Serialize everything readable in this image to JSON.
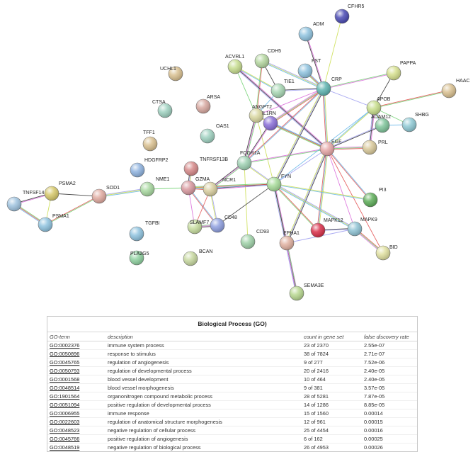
{
  "network": {
    "nodes": [
      {
        "id": "CFHR5",
        "label": "CFHR5",
        "color": "#4b4bb4"
      },
      {
        "id": "ADM",
        "label": "ADM",
        "color": "#8fc3df"
      },
      {
        "id": "CDH5",
        "label": "CDH5",
        "color": "#b5d7a0"
      },
      {
        "id": "ACVRL1",
        "label": "ACVRL1",
        "color": "#c7dd8f"
      },
      {
        "id": "FST",
        "label": "FST",
        "color": "#8fc3df"
      },
      {
        "id": "PAPPA",
        "label": "PAPPA",
        "color": "#d6e08e"
      },
      {
        "id": "HAAC",
        "label": "HAAC",
        "color": "#d9c090"
      },
      {
        "id": "UCHL1",
        "label": "UCHL1",
        "color": "#d9c090"
      },
      {
        "id": "CTSA",
        "label": "CTSA",
        "color": "#9fd1c0"
      },
      {
        "id": "ARSA",
        "label": "ARSA",
        "color": "#d7a8a0"
      },
      {
        "id": "TIE1",
        "label": "TIE1",
        "color": "#a7d6b3"
      },
      {
        "id": "CRP",
        "label": "CRP",
        "color": "#5fb4b0"
      },
      {
        "id": "ANGPT2",
        "label": "ANGPT2",
        "color": "#d9d7a0"
      },
      {
        "id": "IL1RN",
        "label": "IL1RN",
        "color": "#8a6fd8"
      },
      {
        "id": "APOB",
        "label": "APOB",
        "color": "#c8de8c"
      },
      {
        "id": "ADAM12",
        "label": "ADAM12",
        "color": "#7fc49a"
      },
      {
        "id": "SHBG",
        "label": "SHBG",
        "color": "#8fc9d4"
      },
      {
        "id": "TFF1",
        "label": "TFF1",
        "color": "#d9c090"
      },
      {
        "id": "OAS1",
        "label": "OAS1",
        "color": "#9fd1c0"
      },
      {
        "id": "EGF",
        "label": "EGF",
        "color": "#e6a7a7"
      },
      {
        "id": "PRL",
        "label": "PRL",
        "color": "#d9c99a"
      },
      {
        "id": "HDGFRP2",
        "label": "HDGFRP2",
        "color": "#8fb3df"
      },
      {
        "id": "TNFRSF13B",
        "label": "TNFRSF13B",
        "color": "#d68a8a"
      },
      {
        "id": "FCGR1A",
        "label": "FCGR1A",
        "color": "#9fd1b3"
      },
      {
        "id": "PSMA2",
        "label": "PSMA2",
        "color": "#d6c86a"
      },
      {
        "id": "SOD1",
        "label": "SOD1",
        "color": "#e0aaa0"
      },
      {
        "id": "NME1",
        "label": "NME1",
        "color": "#a8d8a0"
      },
      {
        "id": "GZMA",
        "label": "GZMA",
        "color": "#d99aa0"
      },
      {
        "id": "NCR1",
        "label": "NCR1",
        "color": "#d9cfa0"
      },
      {
        "id": "FYN",
        "label": "FYN",
        "color": "#a8dc9a"
      },
      {
        "id": "TNFSF14",
        "label": "TNFSF14",
        "color": "#9fc3df"
      },
      {
        "id": "PSMA1",
        "label": "PSMA1",
        "color": "#8fc3df"
      },
      {
        "id": "PI3",
        "label": "PI3",
        "color": "#5fae5a"
      },
      {
        "id": "CD48",
        "label": "CD48",
        "color": "#8f9fdf"
      },
      {
        "id": "SLAMF7",
        "label": "SLAMF7",
        "color": "#c7dd9f"
      },
      {
        "id": "TGFBI",
        "label": "TGFBI",
        "color": "#8fc3df"
      },
      {
        "id": "MAPK12",
        "label": "MAPK12",
        "color": "#d9304a"
      },
      {
        "id": "MAPK9",
        "label": "MAPK9",
        "color": "#8fc3d4"
      },
      {
        "id": "CD93",
        "label": "CD93",
        "color": "#9fd1a8"
      },
      {
        "id": "EPHA1",
        "label": "EPHA1",
        "color": "#e0b0a0"
      },
      {
        "id": "PLA2G5",
        "label": "PLA2G5",
        "color": "#8fd1a0"
      },
      {
        "id": "BCAN",
        "label": "BCAN",
        "color": "#c7d8a0"
      },
      {
        "id": "BID",
        "label": "BID",
        "color": "#e0e0a0"
      },
      {
        "id": "SEMA3E",
        "label": "SEMA3E",
        "color": "#b8d890"
      }
    ],
    "edges": [
      [
        "CFHR5",
        "CRP"
      ],
      [
        "ADM",
        "CRP"
      ],
      [
        "FST",
        "CRP"
      ],
      [
        "CDH5",
        "TIE1"
      ],
      [
        "CDH5",
        "ANGPT2"
      ],
      [
        "CDH5",
        "CRP"
      ],
      [
        "ACVRL1",
        "ANGPT2"
      ],
      [
        "ACVRL1",
        "TIE1"
      ],
      [
        "ACVRL1",
        "EGF"
      ],
      [
        "TIE1",
        "ANGPT2"
      ],
      [
        "TIE1",
        "CRP"
      ],
      [
        "CRP",
        "IL1RN"
      ],
      [
        "CRP",
        "APOB"
      ],
      [
        "CRP",
        "PAPPA"
      ],
      [
        "CRP",
        "EGF"
      ],
      [
        "CRP",
        "ANGPT2"
      ],
      [
        "CRP",
        "FCGR1A"
      ],
      [
        "CRP",
        "FYN"
      ],
      [
        "ANGPT2",
        "IL1RN"
      ],
      [
        "ANGPT2",
        "EGF"
      ],
      [
        "ANGPT2",
        "FCGR1A"
      ],
      [
        "ANGPT2",
        "FYN"
      ],
      [
        "IL1RN",
        "FCGR1A"
      ],
      [
        "IL1RN",
        "EGF"
      ],
      [
        "APOB",
        "PAPPA"
      ],
      [
        "APOB",
        "HAAC"
      ],
      [
        "APOB",
        "ADAM12"
      ],
      [
        "APOB",
        "SHBG"
      ],
      [
        "APOB",
        "EGF"
      ],
      [
        "APOB",
        "PRL"
      ],
      [
        "ADAM12",
        "SHBG"
      ],
      [
        "ADAM12",
        "EGF"
      ],
      [
        "PRL",
        "EGF"
      ],
      [
        "EGF",
        "FYN"
      ],
      [
        "EGF",
        "FCGR1A"
      ],
      [
        "EGF",
        "MAPK12"
      ],
      [
        "EGF",
        "MAPK9"
      ],
      [
        "EGF",
        "PI3"
      ],
      [
        "EGF",
        "EPHA1"
      ],
      [
        "EGF",
        "BID"
      ],
      [
        "FCGR1A",
        "FYN"
      ],
      [
        "FCGR1A",
        "NCR1"
      ],
      [
        "FCGR1A",
        "CD93"
      ],
      [
        "FYN",
        "NCR1"
      ],
      [
        "FYN",
        "GZMA"
      ],
      [
        "FYN",
        "CD48"
      ],
      [
        "FYN",
        "MAPK12"
      ],
      [
        "FYN",
        "MAPK9"
      ],
      [
        "FYN",
        "EPHA1"
      ],
      [
        "FYN",
        "PI3"
      ],
      [
        "FYN",
        "SEMA3E"
      ],
      [
        "FYN",
        "APOB"
      ],
      [
        "MAPK12",
        "MAPK9"
      ],
      [
        "MAPK9",
        "BID"
      ],
      [
        "MAPK9",
        "EPHA1"
      ],
      [
        "EPHA1",
        "SEMA3E"
      ],
      [
        "GZMA",
        "NCR1"
      ],
      [
        "GZMA",
        "SLAMF7"
      ],
      [
        "GZMA",
        "CD48"
      ],
      [
        "GZMA",
        "TNFRSF13B"
      ],
      [
        "NCR1",
        "SLAMF7"
      ],
      [
        "NCR1",
        "CD48"
      ],
      [
        "SLAMF7",
        "CD48"
      ],
      [
        "PSMA2",
        "PSMA1"
      ],
      [
        "PSMA2",
        "TNFSF14"
      ],
      [
        "PSMA1",
        "TNFSF14"
      ],
      [
        "PSMA2",
        "SOD1"
      ],
      [
        "PSMA1",
        "SOD1"
      ],
      [
        "SOD1",
        "NME1"
      ],
      [
        "NME1",
        "GZMA"
      ]
    ]
  },
  "go": {
    "title": "Biological Process (GO)",
    "headers": {
      "term": "GO-term",
      "description": "description",
      "count": "count in gene set",
      "fdr": "false discovery rate"
    },
    "rows": [
      {
        "term": "GO:0002376",
        "description": "immune system process",
        "count": "23 of 2370",
        "fdr": "2.55e-07"
      },
      {
        "term": "GO:0050896",
        "description": "response to stimulus",
        "count": "38 of 7824",
        "fdr": "2.71e-07"
      },
      {
        "term": "GO:0045765",
        "description": "regulation of angiogenesis",
        "count": "9 of 277",
        "fdr": "7.52e-06"
      },
      {
        "term": "GO:0050793",
        "description": "regulation of developmental process",
        "count": "20 of 2416",
        "fdr": "2.40e-05"
      },
      {
        "term": "GO:0001568",
        "description": "blood vessel development",
        "count": "10 of 464",
        "fdr": "2.40e-05"
      },
      {
        "term": "GO:0048514",
        "description": "blood vessel morphogenesis",
        "count": "9 of 381",
        "fdr": "3.57e-05"
      },
      {
        "term": "GO:1901564",
        "description": "organonitrogen compound metabolic process",
        "count": "28 of 5281",
        "fdr": "7.87e-05"
      },
      {
        "term": "GO:0051094",
        "description": "positive regulation of developmental process",
        "count": "14 of 1286",
        "fdr": "8.85e-05"
      },
      {
        "term": "GO:0006955",
        "description": "immune response",
        "count": "15 of 1560",
        "fdr": "0.00014"
      },
      {
        "term": "GO:0022603",
        "description": "regulation of anatomical structure morphogenesis",
        "count": "12 of 961",
        "fdr": "0.00015"
      },
      {
        "term": "GO:0048523",
        "description": "negative regulation of cellular process",
        "count": "25 of 4454",
        "fdr": "0.00016"
      },
      {
        "term": "GO:0045766",
        "description": "positive regulation of angiogenesis",
        "count": "6 of 162",
        "fdr": "0.00025"
      },
      {
        "term": "GO:0048519",
        "description": "negative regulation of biological process",
        "count": "26 of 4953",
        "fdr": "0.00026"
      }
    ]
  }
}
